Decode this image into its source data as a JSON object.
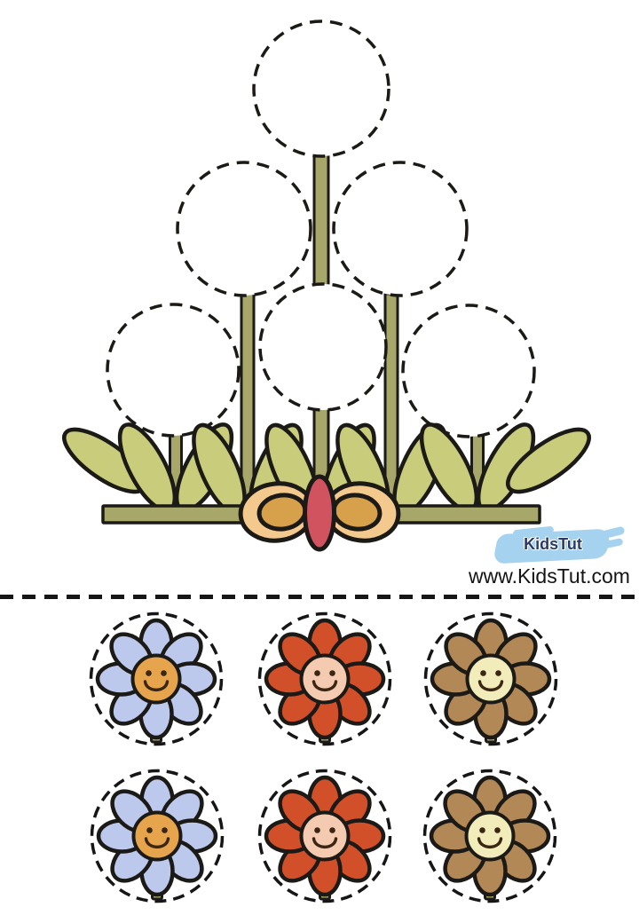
{
  "branding": {
    "logo_text": "KidsTut",
    "website_url": "www.KidsTut.com",
    "logo_text_color": "#2b3a68",
    "logo_brush_color": "#a5d2ee",
    "website_text_color": "#141414"
  },
  "bouquet": {
    "placeholder_count": 6,
    "placeholder_rows": [
      1,
      2,
      3
    ],
    "colors": {
      "outline": "#1c1a16",
      "stem": "#a8a76a",
      "leaf": "#c8cc7b",
      "base_bar": "#a8a76a",
      "bow_outer": "#f3c98e",
      "bow_inner": "#d7a04b",
      "bow_knot": "#d0535f",
      "placeholder_fill": "#ffffff"
    }
  },
  "cutouts": {
    "outline": "#1c1a16",
    "cut_line": "#161616",
    "stem_stub": "#a8a76a",
    "variants": {
      "blue": {
        "petal": "#bdc9ec",
        "center": "#e6a44c",
        "face": "#3a2613"
      },
      "red": {
        "petal": "#d1502a",
        "center": "#f4cab0",
        "face": "#3a2613"
      },
      "brown": {
        "petal": "#b28956",
        "center": "#f1ecba",
        "face": "#3a2613"
      }
    },
    "rows": [
      [
        "blue",
        "red",
        "brown"
      ],
      [
        "blue",
        "red",
        "brown"
      ]
    ]
  }
}
